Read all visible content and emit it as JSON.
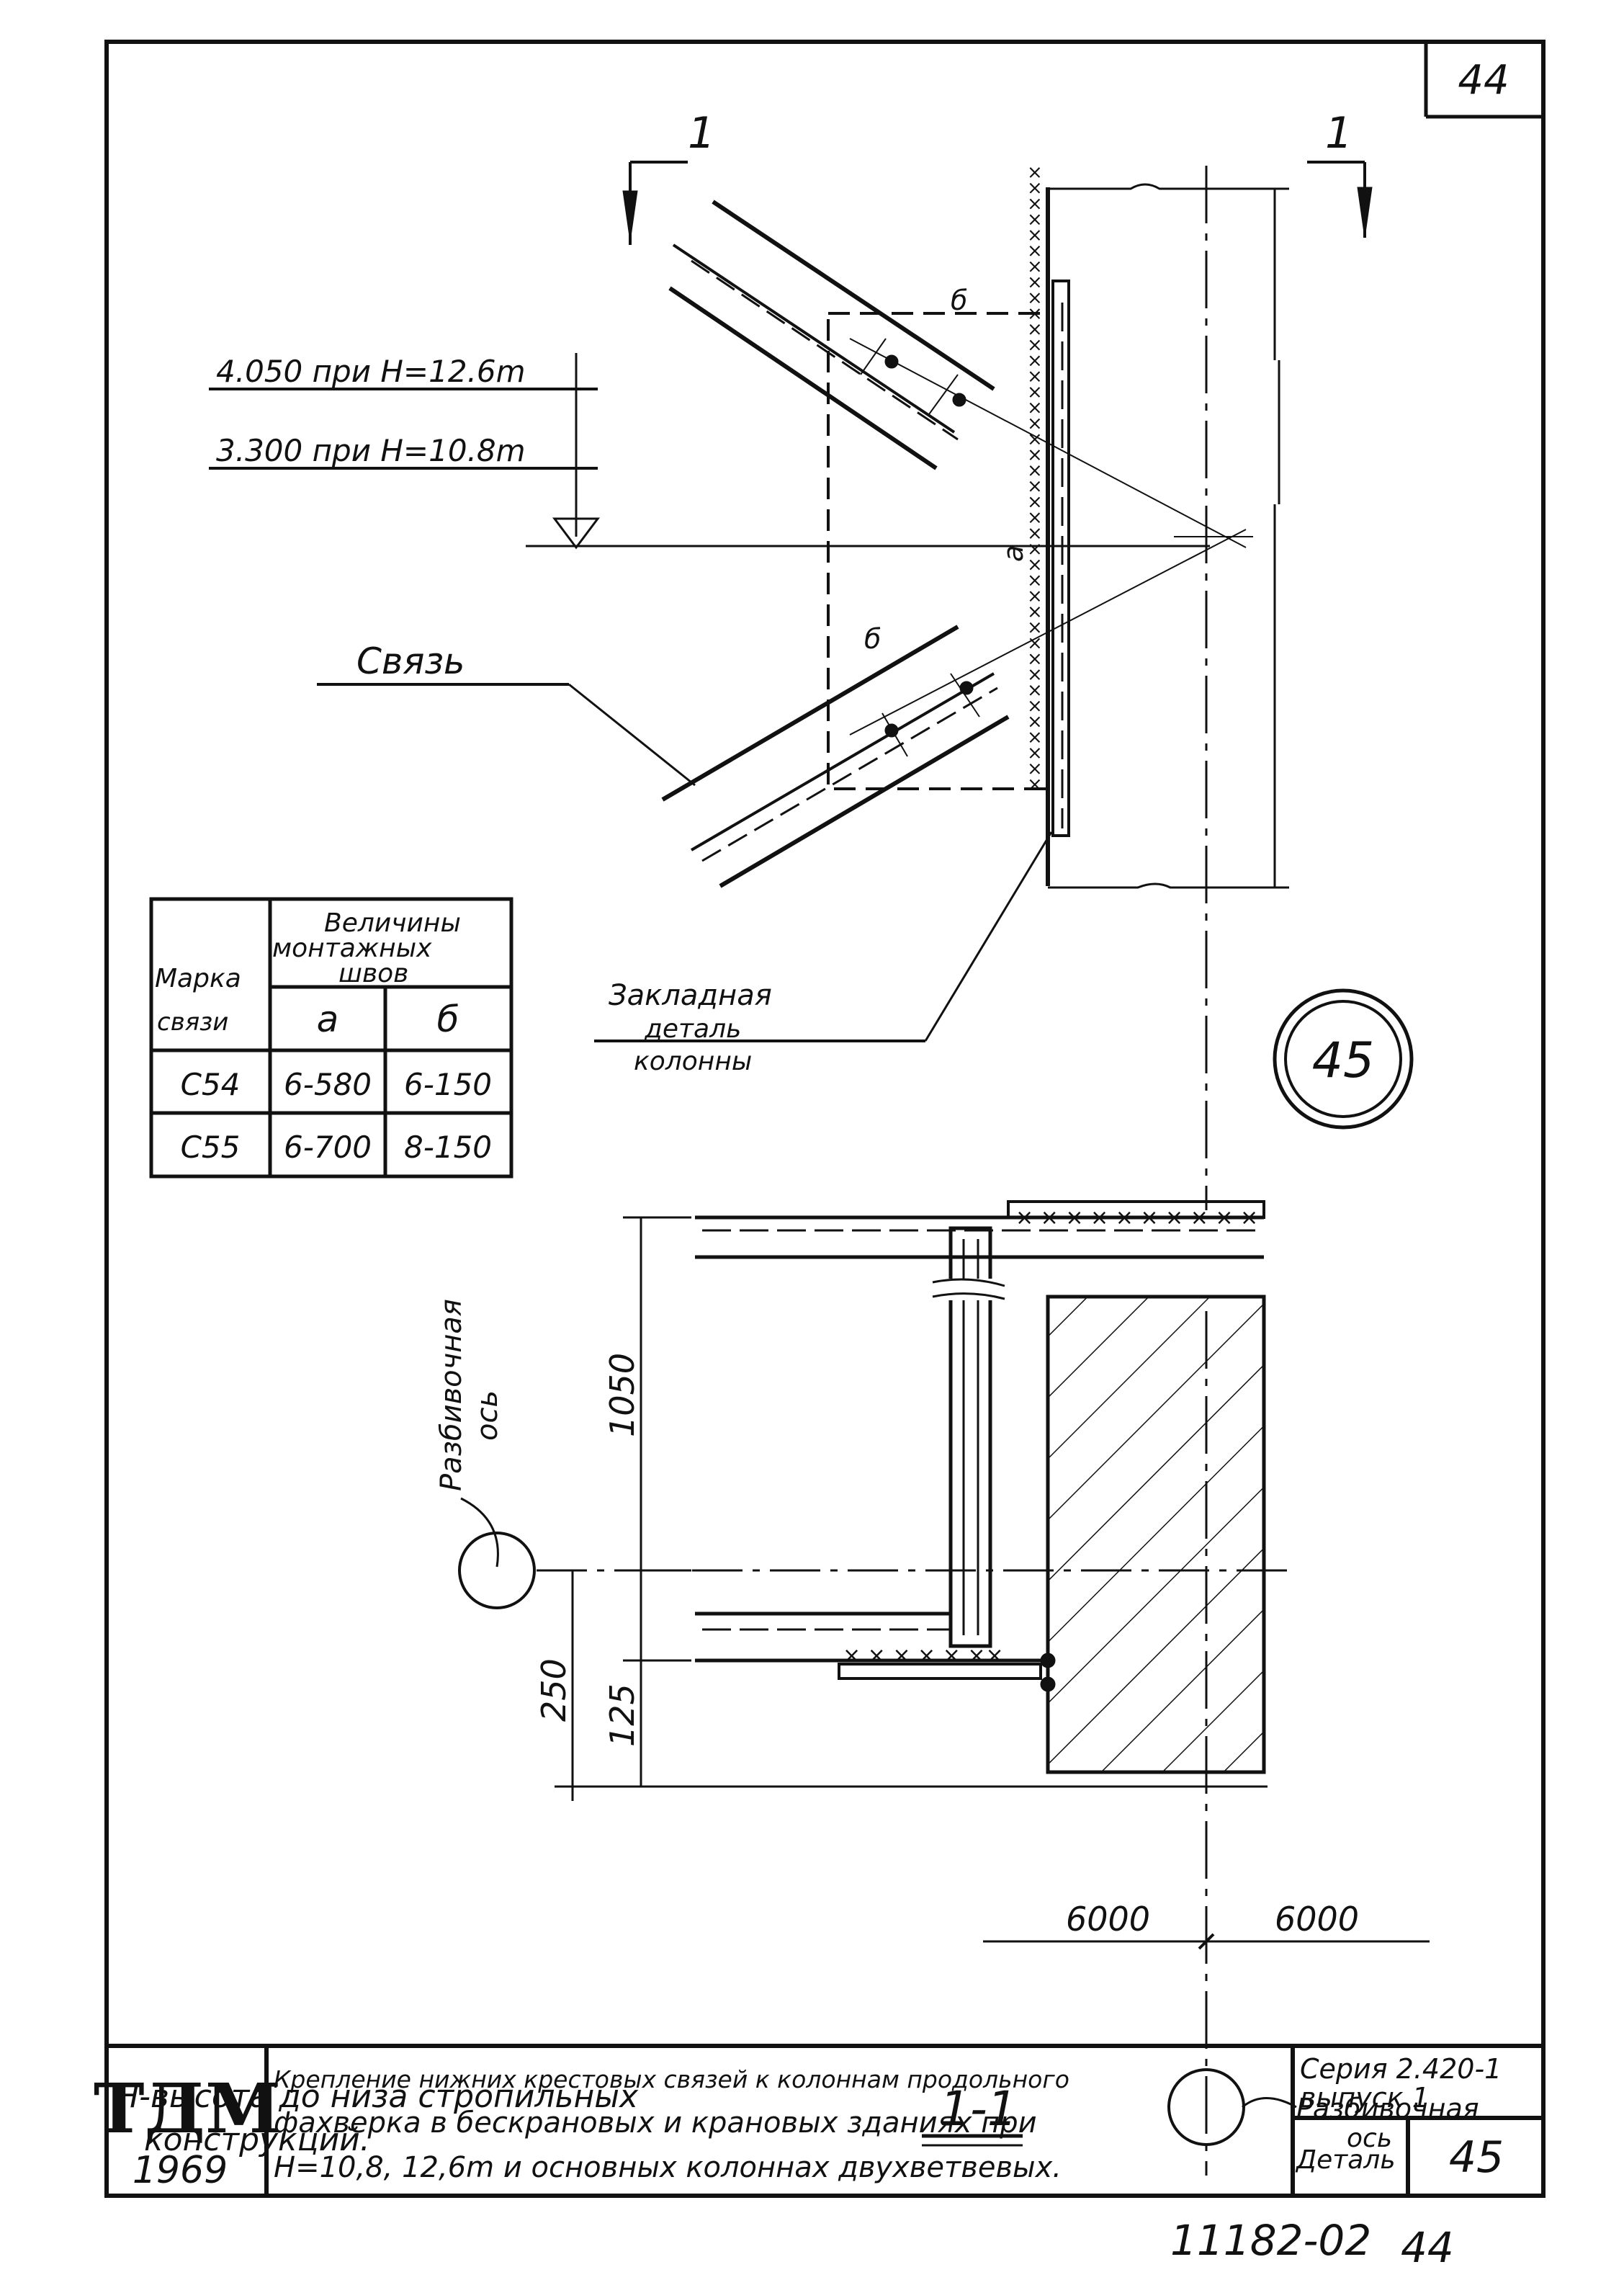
{
  "page_number": "44",
  "section": {
    "label": "1",
    "title": "1-1"
  },
  "elevations": {
    "level_1": "4.050 при Н=12.6m",
    "level_2": "3.300 при Н=10.8m"
  },
  "labels": {
    "brace": "Связь",
    "embedded_part": [
      "Закладная",
      "деталь",
      "колонны"
    ],
    "axis_top": [
      "Разбивочная",
      "ось"
    ],
    "axis_bottom": [
      "Разбивочная",
      "ось"
    ],
    "weld_a": "a",
    "weld_b": "б"
  },
  "detail_callout": "45",
  "weld_table": {
    "header_mark": [
      "Марка",
      "связи"
    ],
    "header_group": [
      "Величины",
      "монтажных",
      "швов"
    ],
    "sub_headers": [
      "a",
      "б"
    ],
    "rows": [
      {
        "mark": "С54",
        "a": "6-580",
        "b": "6-150"
      },
      {
        "mark": "С55",
        "a": "6-700",
        "b": "8-150"
      }
    ]
  },
  "dimensions": {
    "d1050": "1050",
    "d250": "250",
    "d125": "125",
    "left_6000": "6000",
    "right_6000": "6000"
  },
  "note": [
    "Н-высота до низа стропильных",
    "конструкций."
  ],
  "title_block": {
    "logo": "ТДМ",
    "year": "1969",
    "description": [
      "Крепление нижних крестовых связей к колоннам продольного",
      "фахверка в бескрановых и крановых зданиях при",
      "Н=10,8, 12,6m и основных колоннах двухветвевых."
    ],
    "series_label": "Серия 2.420-1",
    "issue_label": "выпуск 1",
    "detail_label": "Деталь",
    "detail_number": "45"
  },
  "sheet_code": "11182-02",
  "sheet_code_number": "44"
}
